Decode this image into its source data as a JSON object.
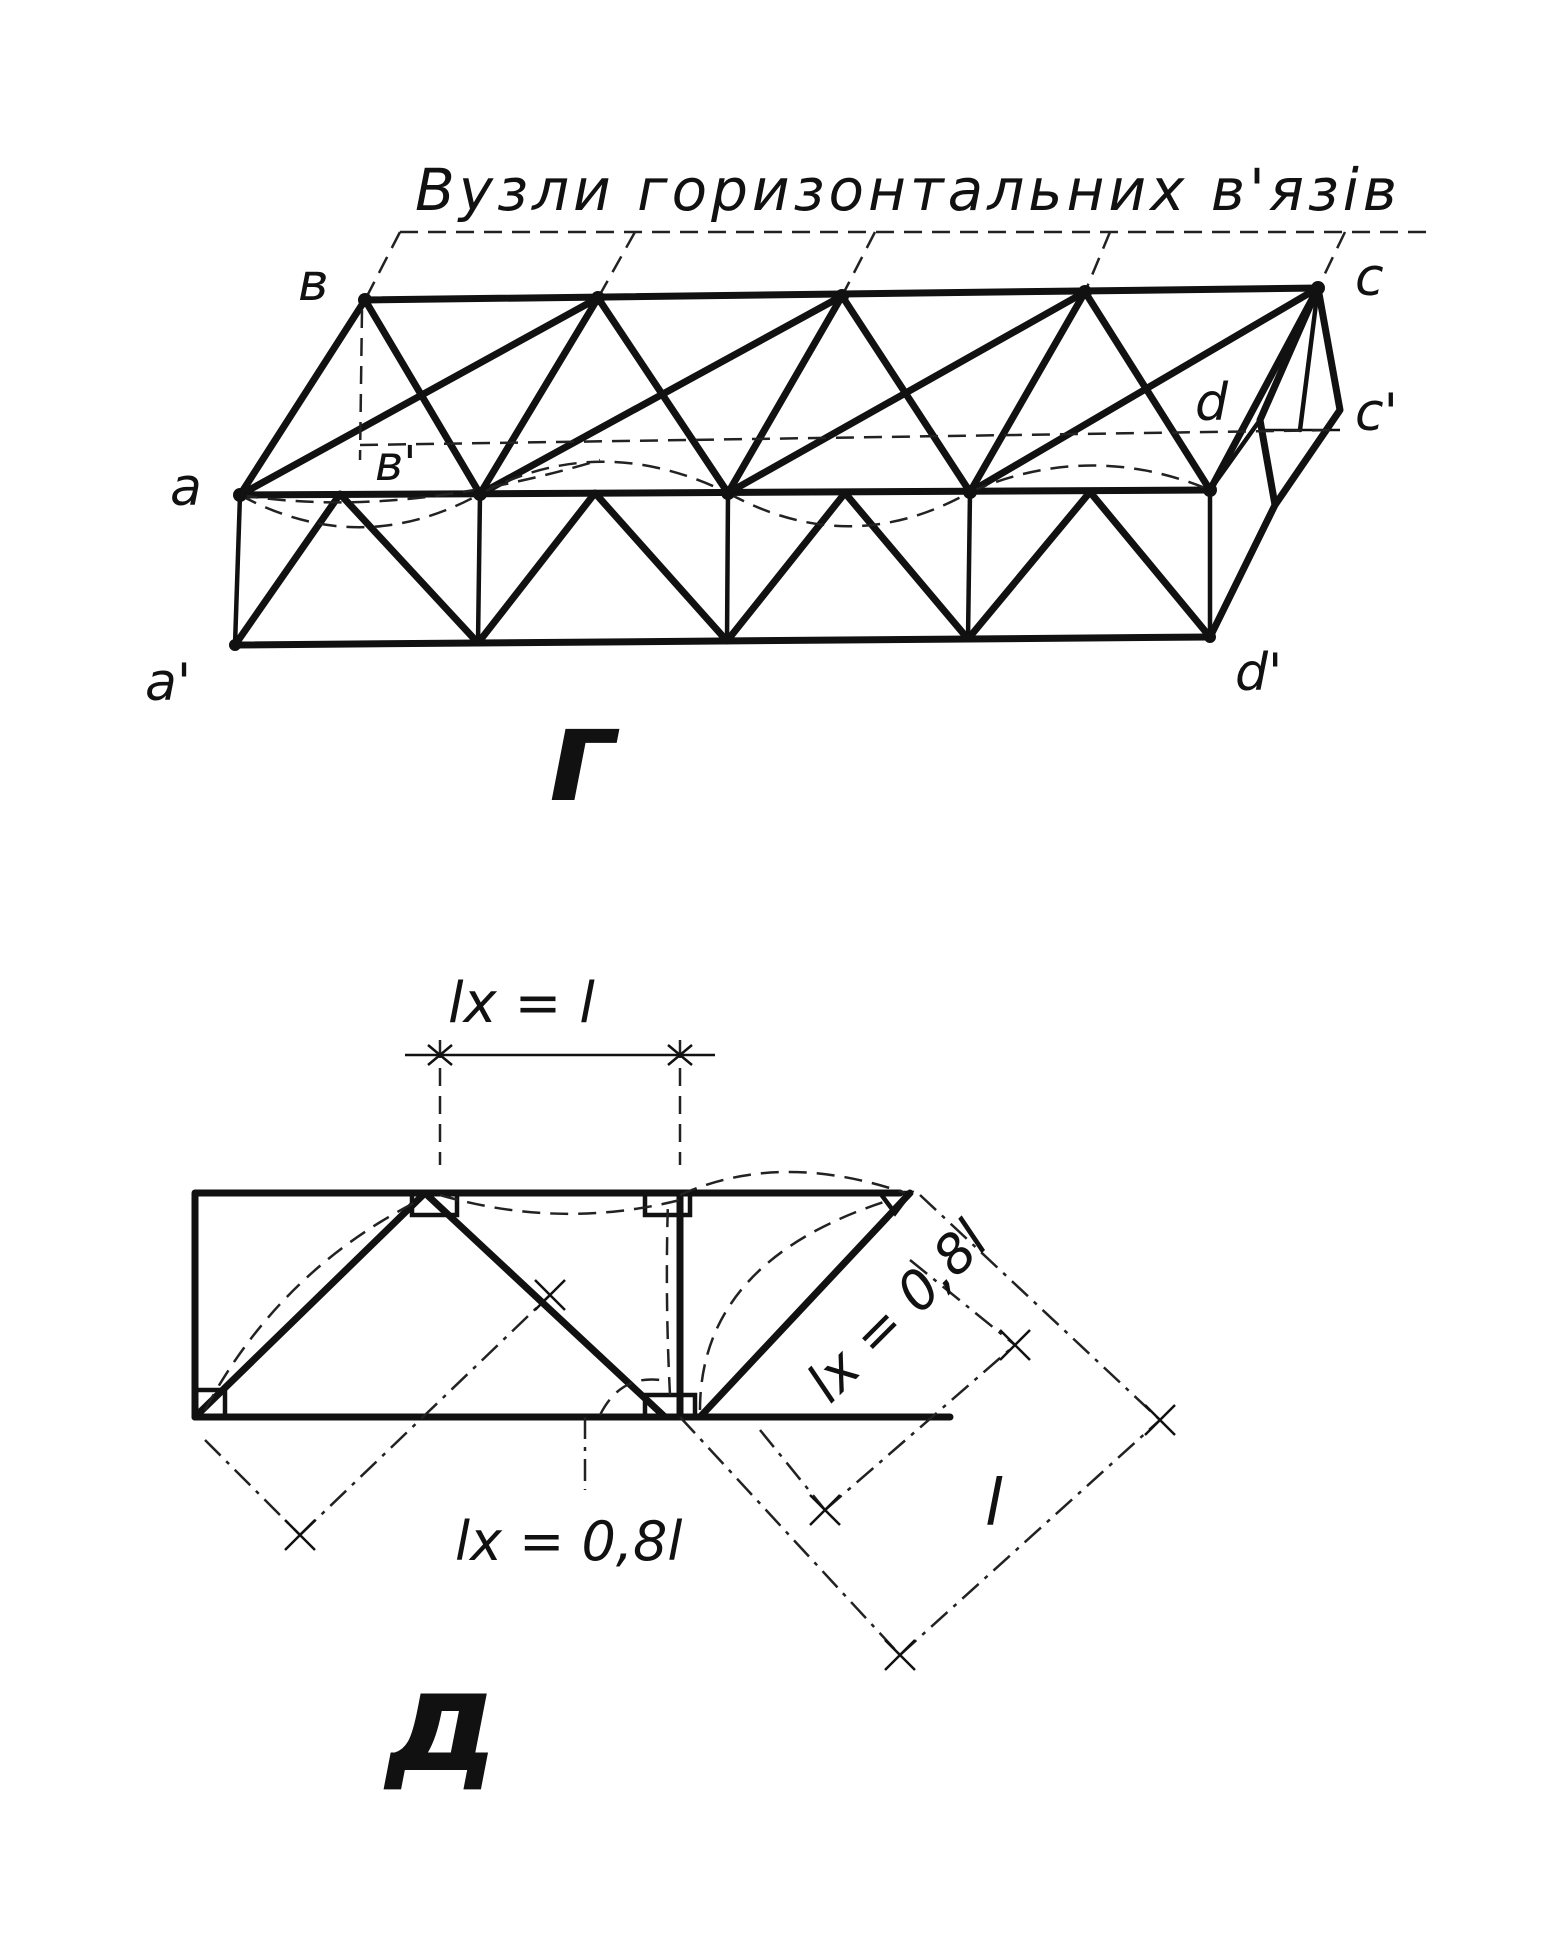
{
  "figure_g": {
    "caption": "Вузли горизонтальних в'язів",
    "panel_label": "г",
    "node_labels": {
      "a": "a",
      "b": "в",
      "c": "c",
      "d": "d",
      "a_prime": "a'",
      "b_prime": "в'",
      "c_prime": "c'",
      "d_prime": "d'"
    }
  },
  "figure_d": {
    "panel_label": "д",
    "dim_top": "lx = l",
    "dim_bottom": "lx = 0,8l",
    "dim_diag": "lx = 0,8l",
    "dim_l": "l"
  }
}
